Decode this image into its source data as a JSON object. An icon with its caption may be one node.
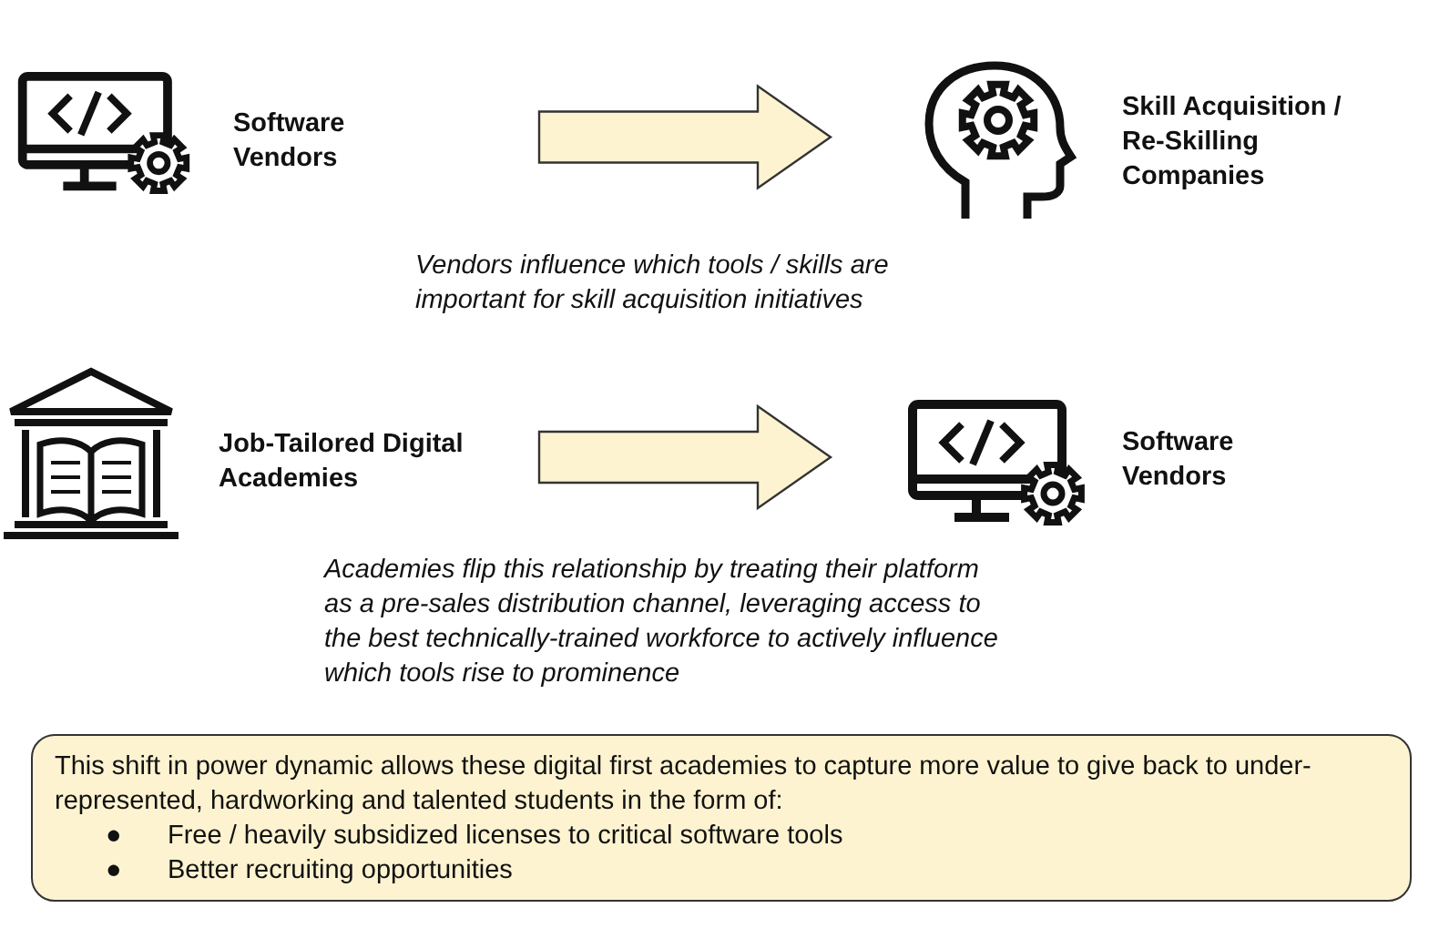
{
  "diagram": {
    "nodes": [
      {
        "text": [
          "Software Vendors"
        ]
      },
      {
        "text": [
          "Skill Acquisition / Re-Skilling Companies"
        ]
      },
      {
        "text": [
          "Job-Tailored Digital Academies"
        ]
      },
      {
        "text": [
          "Software Vendors"
        ]
      },
      {
        "text": [
          "This shift in power dynamic allows these digital first academies to capture more value to give back to under-represented, hardworking and talented students in the form of:",
          "●",
          "Free / heavily subsidized licenses to critical software tools",
          "●",
          "Better recruiting opportunities"
        ]
      }
    ],
    "edges": [
      {
        "from": 0,
        "to": 1,
        "arrow": "to"
      },
      {
        "from": 2,
        "to": 3,
        "arrow": "to"
      }
    ],
    "labels": [
      "Vendors influence which tools / skills are important for skill acquisition initiatives",
      "Academies flip this relationship by treating their platform as a pre-sales distribution channel, leveraging access to the best technically-trained workforce to actively influence which tools rise to prominence"
    ]
  }
}
